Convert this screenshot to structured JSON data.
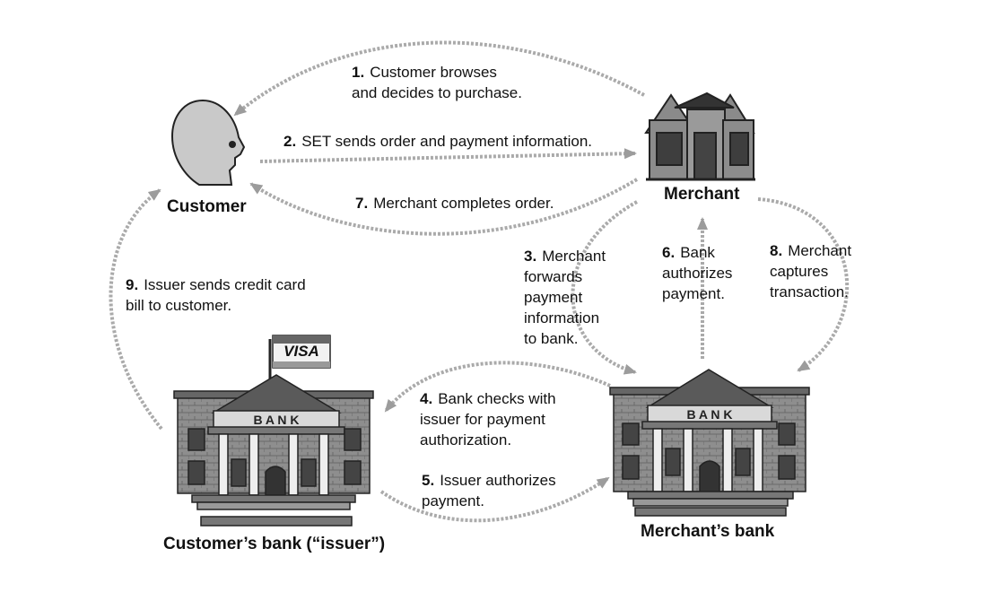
{
  "actors": {
    "customer": "Customer",
    "merchant": "Merchant",
    "customers_bank": "Customer’s bank (“issuer”)",
    "merchants_bank": "Merchant’s bank"
  },
  "bank_sign": "B A N K",
  "flag_text": "VISA",
  "steps": [
    {
      "num": "1.",
      "text": "Customer browses\nand decides to purchase."
    },
    {
      "num": "2.",
      "text": "SET sends order and payment information."
    },
    {
      "num": "3.",
      "text": "Merchant\nforwards\npayment\ninformation\nto bank."
    },
    {
      "num": "4.",
      "text": "Bank checks with\nissuer for payment\nauthorization."
    },
    {
      "num": "5.",
      "text": "Issuer authorizes\npayment."
    },
    {
      "num": "6.",
      "text": "Bank\nauthorizes\npayment."
    },
    {
      "num": "7.",
      "text": "Merchant completes order."
    },
    {
      "num": "8.",
      "text": "Merchant\ncaptures\ntransaction."
    },
    {
      "num": "9.",
      "text": "Issuer sends credit card\nbill to customer."
    }
  ],
  "colors": {
    "arrow": "#aaaaaa",
    "building_dark": "#555555",
    "building_light": "#9a9a9a",
    "head": "#c8c8c8"
  },
  "icons": [
    "customer-head-icon",
    "merchant-store-icon",
    "bank-building-icon",
    "visa-flag-icon"
  ]
}
